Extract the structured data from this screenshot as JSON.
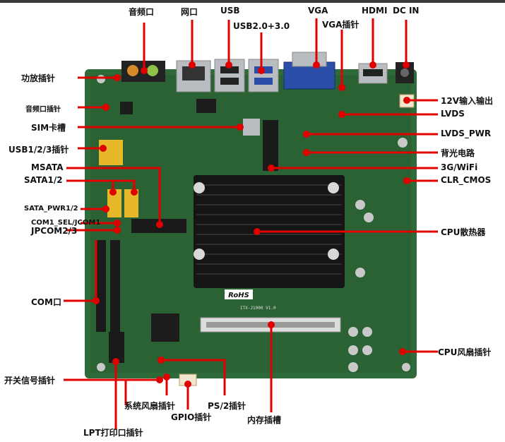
{
  "colors": {
    "pcb": "#2f6b3a",
    "pcb_dark": "#1f4f2a",
    "leader": "#e10000",
    "heatsink": "#151515",
    "yellow": "#e6b82a",
    "connector_blue": "#2b4fa8",
    "silver": "#b9bcc0"
  },
  "board_marking": {
    "rohs": "RoHS",
    "model": "ITX-J1900 V1.0"
  },
  "labels": {
    "audio_port": "音频口",
    "lan_port": "网口",
    "usb": "USB",
    "usb20_30": "USB2.0+3.0",
    "vga": "VGA",
    "vga_header": "VGA插针",
    "hdmi": "HDMI",
    "dc_in": "DC IN",
    "amp_header": "功放插针",
    "audio_header": "音频口插针",
    "sim_slot": "SIM卡槽",
    "usb123_header": "USB1/2/3插针",
    "msata": "MSATA",
    "sata12": "SATA1/2",
    "sata_pwr12": "SATA_PWR1/2",
    "com1_sel": "COM1_SEL/JCOM1",
    "jpcom23": "JPCOM2/3",
    "com_port": "COM口",
    "power_switch_header": "开关信号插针",
    "sys_fan_header": "系统风扇插针",
    "lpt_header": "LPT打印口插针",
    "gpio_header": "GPIO插针",
    "ps2_header": "PS/2插针",
    "memory_slot": "内存插槽",
    "cpu_fan_header": "CPU风扇插针",
    "cpu_heatsink": "CPU散热器",
    "clr_cmos": "CLR_CMOS",
    "wifi_3g": "3G/WiFi",
    "backlight": "背光电路",
    "lvds_pwr": "LVDS_PWR",
    "lvds": "LVDS",
    "power_12v": "12V输入输出"
  }
}
